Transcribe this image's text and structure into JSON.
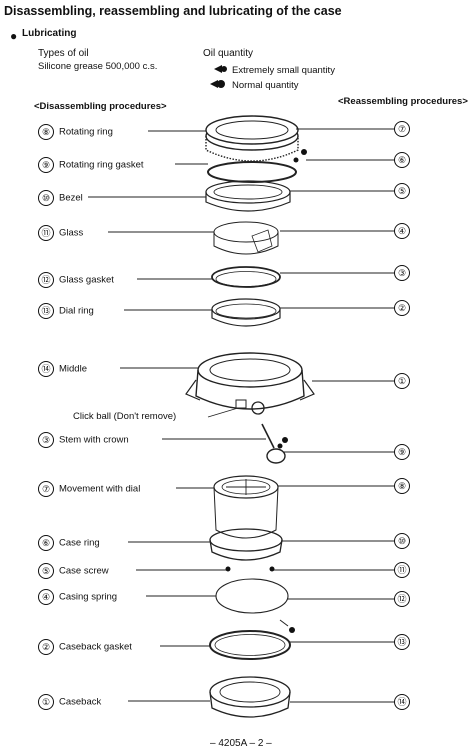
{
  "title": "Disassembling, reassembling and lubricating of the case",
  "section": {
    "bullet": "●",
    "label": "Lubricating"
  },
  "oil": {
    "types_heading": "Types of oil",
    "type_value": "Silicone grease 500,000 c.s.",
    "quantity_heading": "Oil quantity",
    "quantity_items": [
      "Extremely small quantity",
      "Normal quantity"
    ]
  },
  "procedures": {
    "disassembling": "<Disassembling procedures>",
    "reassembling": "<Reassembling procedures>"
  },
  "parts": [
    {
      "num": "⑧",
      "label": "Rotating ring",
      "reassembly": "⑦"
    },
    {
      "num": "⑨",
      "label": "Rotating ring gasket",
      "reassembly": "⑥"
    },
    {
      "num": "⑩",
      "label": "Bezel",
      "reassembly": "⑤"
    },
    {
      "num": "⑪",
      "label": "Glass",
      "reassembly": "④"
    },
    {
      "num": "⑫",
      "label": "Glass gasket",
      "reassembly": "③"
    },
    {
      "num": "⑬",
      "label": "Dial ring",
      "reassembly": "②"
    },
    {
      "num": "⑭",
      "label": "Middle",
      "reassembly": "①"
    },
    {
      "num": "",
      "label": "Click ball (Don't remove)",
      "reassembly": ""
    },
    {
      "num": "③",
      "label": "Stem with crown",
      "reassembly": "⑨"
    },
    {
      "num": "⑦",
      "label": "Movement with dial",
      "reassembly": "⑧"
    },
    {
      "num": "⑥",
      "label": "Case ring",
      "reassembly": "⑩"
    },
    {
      "num": "⑤",
      "label": "Case screw",
      "reassembly": "⑪"
    },
    {
      "num": "④",
      "label": "Casing spring",
      "reassembly": "⑫"
    },
    {
      "num": "②",
      "label": "Caseback gasket",
      "reassembly": "⑬"
    },
    {
      "num": "①",
      "label": "Caseback",
      "reassembly": "⑭"
    }
  ],
  "footer": "– 4205A – 2 –"
}
